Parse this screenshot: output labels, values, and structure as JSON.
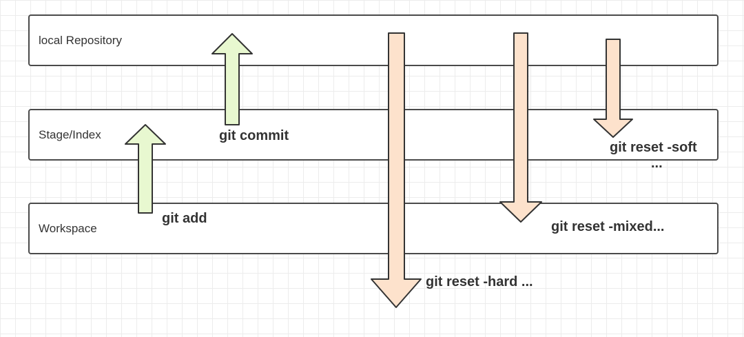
{
  "lanes": {
    "local_repository": "local Repository",
    "stage_index": "Stage/Index",
    "workspace": "Workspace"
  },
  "commands": {
    "git_commit": "git commit",
    "git_add": "git add",
    "git_reset_soft": "git reset -soft",
    "git_reset_soft_ellipsis": "...",
    "git_reset_mixed": "git reset -mixed...",
    "git_reset_hard": "git reset -hard ..."
  },
  "colors": {
    "up_arrow_fill": "#e8f8d0",
    "down_arrow_fill": "#fde2cc",
    "stroke": "#333333"
  }
}
